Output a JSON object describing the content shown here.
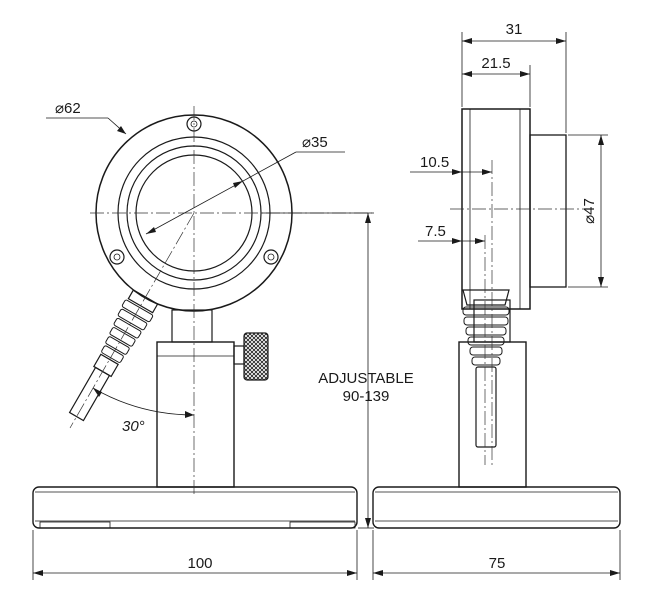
{
  "dimensions": {
    "front_width": "100",
    "side_width": "75",
    "outer_diameter": "62",
    "aperture_diameter": "35",
    "depth_total": "31",
    "depth_body": "21.5",
    "offset_1": "10.5",
    "offset_2": "7.5",
    "side_diameter": "47",
    "angle": "30°",
    "height_line1": "ADJUSTABLE",
    "height_line2": "90-139"
  },
  "symbols": {
    "diameter": "⌀"
  },
  "colors": {
    "line": "#1a1a1a",
    "background": "#ffffff"
  }
}
